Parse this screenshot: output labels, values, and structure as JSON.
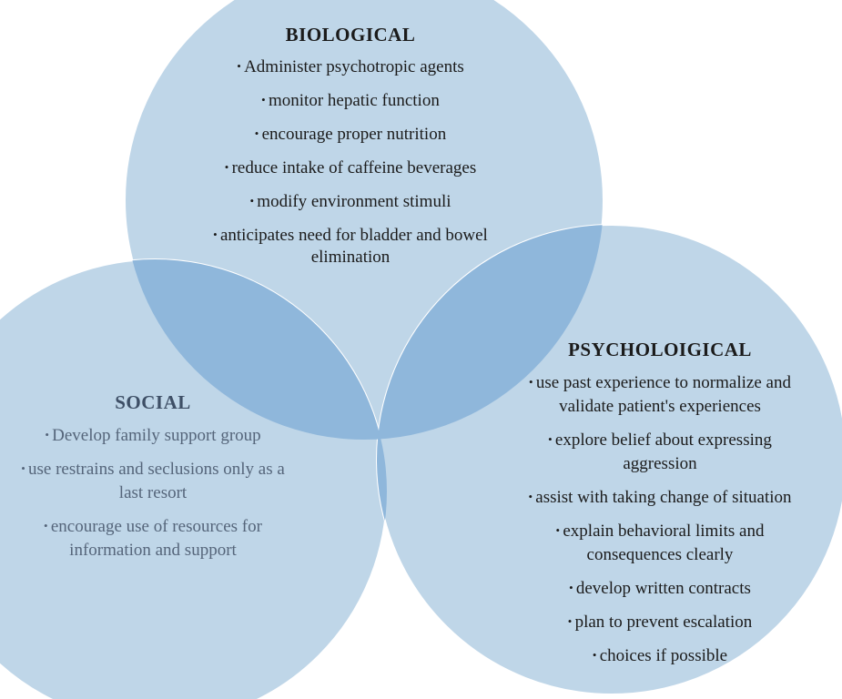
{
  "colors": {
    "circle_fill": "#bfd6e8",
    "overlap_fill": "#8fb7db",
    "circle_stroke": "#ffffff"
  },
  "biological": {
    "title": "BIOLOGICAL",
    "items": [
      "Administer psychotropic agents",
      "monitor hepatic function",
      "encourage proper nutrition",
      "reduce intake of caffeine beverages",
      "modify environment stimuli",
      "anticipates need for bladder and bowel elimination"
    ]
  },
  "social": {
    "title": "SOCIAL",
    "items": [
      "Develop family support group",
      "use restrains and seclusions only as a last resort",
      "encourage use of resources for information and support"
    ]
  },
  "psychological": {
    "title": "PSYCHOLOIGICAL",
    "items": [
      "use past experience to normalize and validate patient's experiences",
      "explore belief about expressing aggression",
      "assist with taking change of situation",
      "explain behavioral limits and consequences clearly",
      "develop written contracts",
      "plan to prevent escalation",
      "choices if possible"
    ]
  }
}
